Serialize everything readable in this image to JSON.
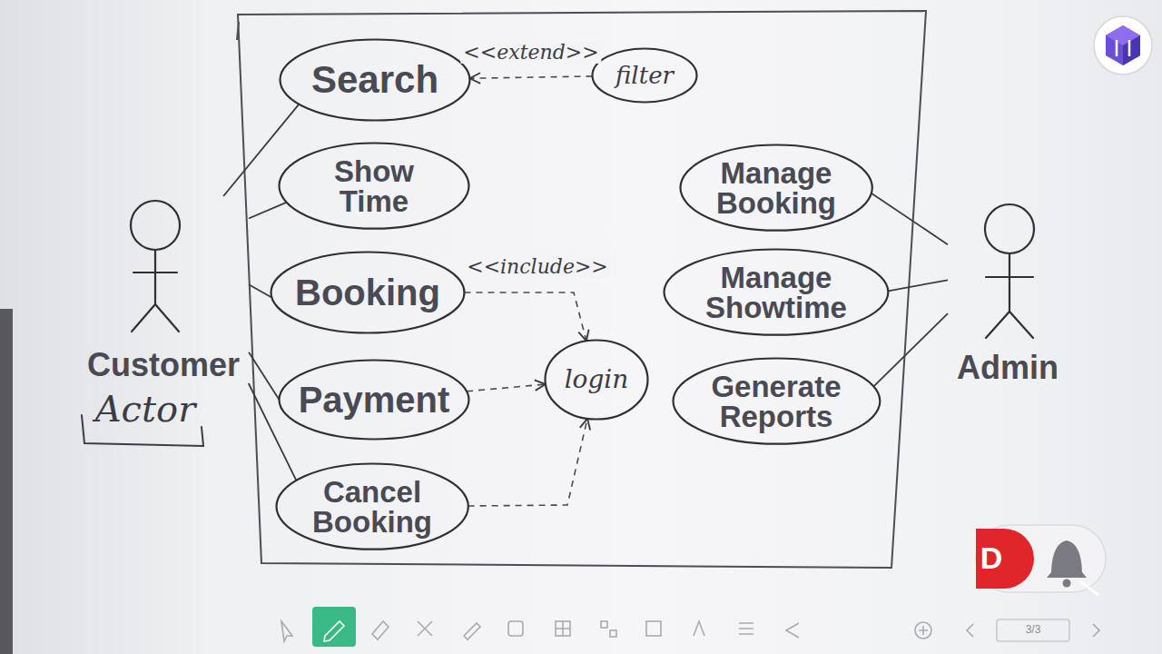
{
  "diagram": {
    "nodes": [
      {
        "text": [
          "Customer"
        ]
      },
      {
        "text": [
          "Search"
        ]
      },
      {
        "text": [
          "filter"
        ]
      },
      {
        "text": [
          "Show Time"
        ]
      },
      {
        "text": [
          "Booking"
        ]
      },
      {
        "text": [
          "login"
        ]
      },
      {
        "text": [
          "Payment"
        ]
      },
      {
        "text": [
          "Cancel Booking"
        ]
      },
      {
        "text": [
          "Manage Booking"
        ]
      },
      {
        "text": [
          "Manage Showtime"
        ]
      },
      {
        "text": [
          "Generate Reports"
        ]
      },
      {
        "text": [
          "Admin"
        ]
      }
    ],
    "edges": [
      {
        "from": 0,
        "to": 1,
        "arrow": "none"
      },
      {
        "from": 0,
        "to": 3,
        "arrow": "none"
      },
      {
        "from": 0,
        "to": 4,
        "arrow": "none"
      },
      {
        "from": 0,
        "to": 6,
        "arrow": "none"
      },
      {
        "from": 0,
        "to": 7,
        "arrow": "none"
      },
      {
        "from": 2,
        "to": 1,
        "arrow": "to",
        "label": "<<extend>>"
      },
      {
        "from": 4,
        "to": 5,
        "arrow": "to",
        "label": "<<include>>"
      },
      {
        "from": 6,
        "to": 5,
        "arrow": "to"
      },
      {
        "from": 7,
        "to": 5,
        "arrow": "to"
      },
      {
        "from": 11,
        "to": 8,
        "arrow": "none"
      },
      {
        "from": 11,
        "to": 9,
        "arrow": "none"
      },
      {
        "from": 11,
        "to": 10,
        "arrow": "none"
      }
    ],
    "labels": [
      "Actor",
      "3/3",
      "D"
    ]
  }
}
